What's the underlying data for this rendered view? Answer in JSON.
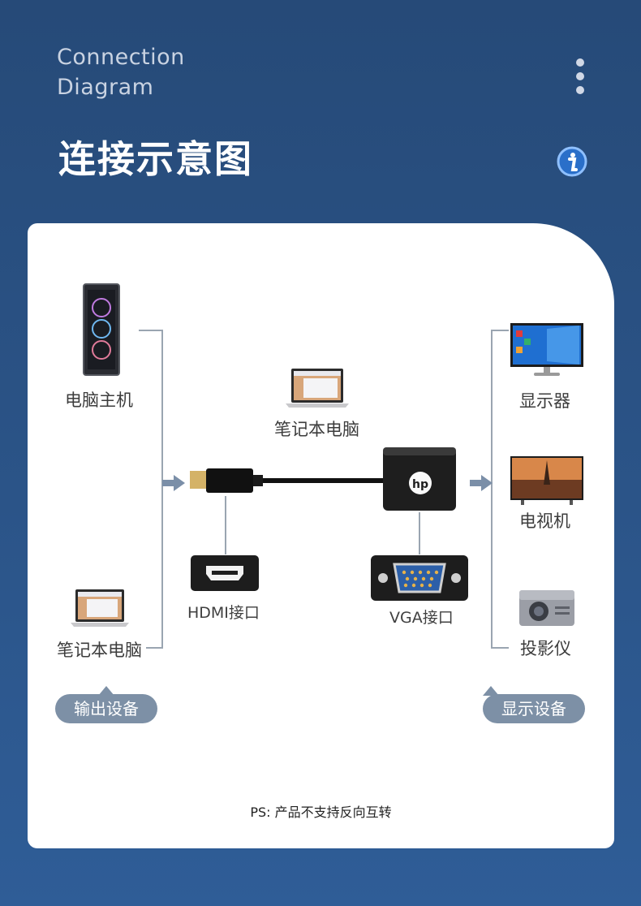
{
  "header": {
    "en_line1": "Connection",
    "en_line2": "Diagram",
    "title": "连接示意图"
  },
  "icons": {
    "menu": "more-vertical-icon",
    "info": "info-icon"
  },
  "devices": {
    "desktop": "电脑主机",
    "laptop_left": "笔记本电脑",
    "laptop_center": "笔记本电脑",
    "monitor": "显示器",
    "tv": "电视机",
    "projector": "投影仪"
  },
  "ports": {
    "hdmi": "HDMI接口",
    "vga": "VGA接口"
  },
  "groups": {
    "output": "输出设备",
    "display": "显示设备"
  },
  "note": "PS: 产品不支持反向互转",
  "colors": {
    "accent_blue": "#2f5d97",
    "pill_gray": "#7d90a6"
  }
}
